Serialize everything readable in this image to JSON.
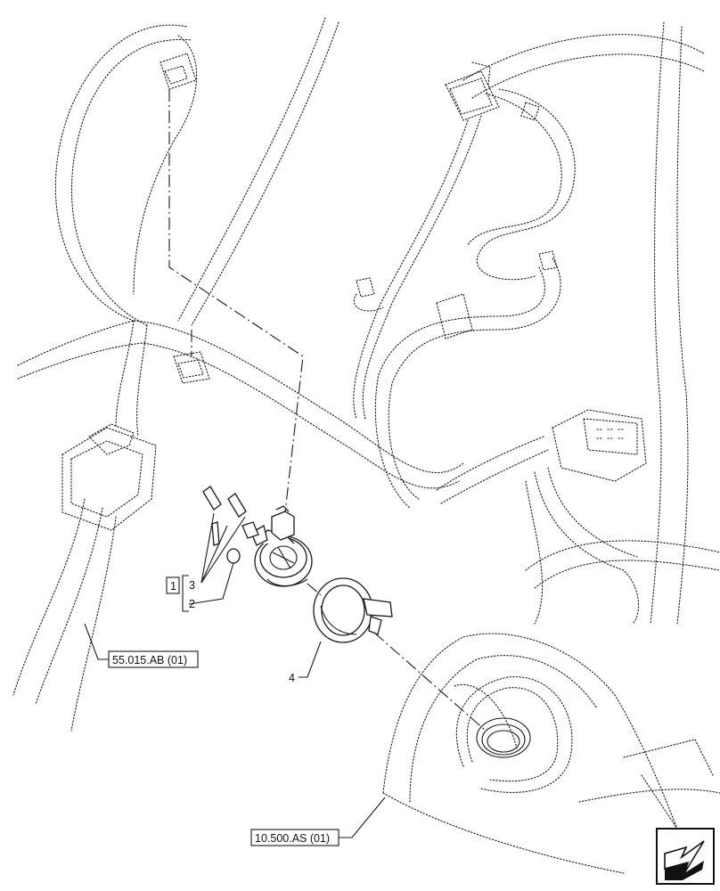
{
  "callouts": {
    "ref_1": "1",
    "item_3": "3",
    "item_2": "2",
    "item_4": "4",
    "ref_harness": "55.015.AB (01)",
    "ref_cab": "10.500.AS (01)"
  },
  "icons": {
    "view_direction": "arrow-view-icon"
  }
}
